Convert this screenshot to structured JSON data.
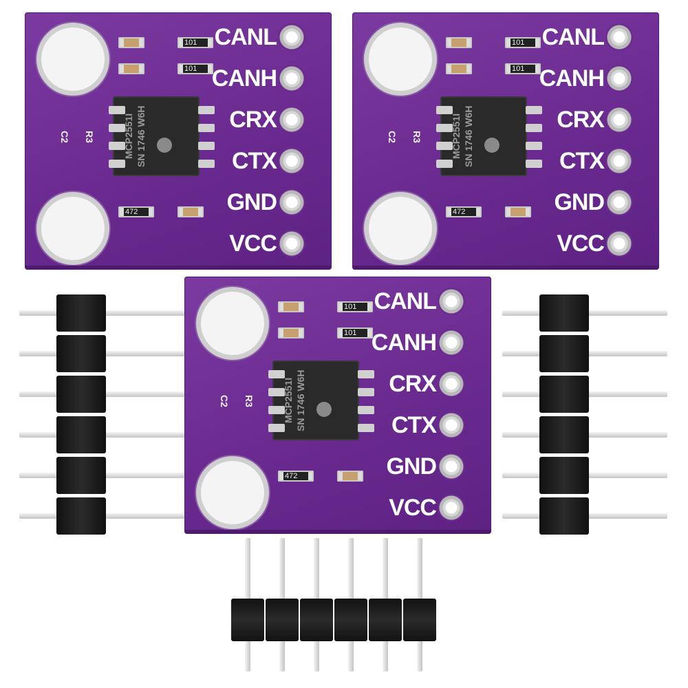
{
  "board": {
    "pin_labels": [
      "CANL",
      "CANH",
      "CRX",
      "CTX",
      "GND",
      "VCC"
    ],
    "chip_marking": [
      "MCP2551I",
      "SN 1746 W6H"
    ],
    "resistor_codes": [
      "101",
      "101",
      "472"
    ],
    "silk_labels": [
      "C2",
      "R3"
    ],
    "colors": {
      "pcb": "#6a2a90",
      "silk": "#ffffff",
      "chip": "#2a2a2a",
      "header": "#1a1a1a",
      "pin": "#d8d8d8"
    }
  },
  "header_pin_count": 6
}
